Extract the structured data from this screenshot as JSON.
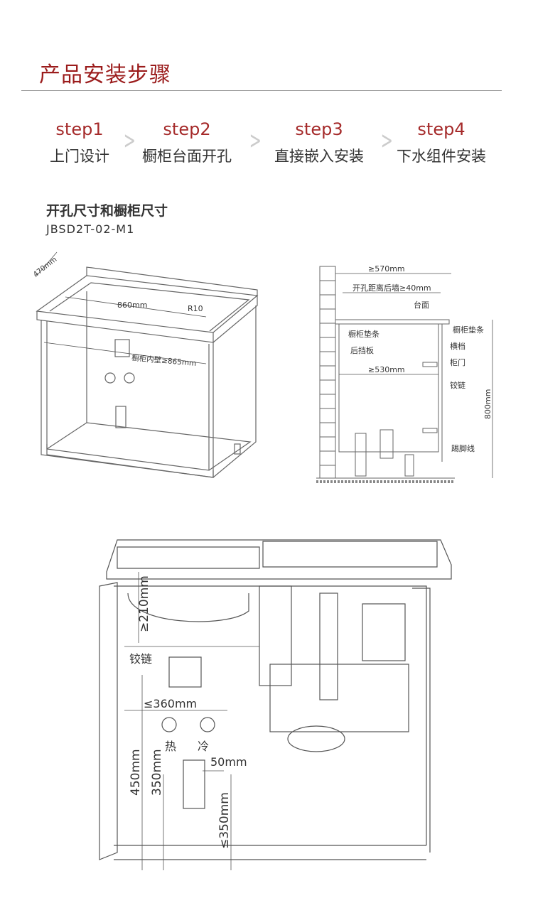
{
  "header": {
    "title": "产品安装步骤"
  },
  "steps": [
    {
      "num": "step1",
      "label": "上门设计"
    },
    {
      "num": "step2",
      "label": "橱柜台面开孔"
    },
    {
      "num": "step3",
      "label": "直接嵌入安装"
    },
    {
      "num": "step4",
      "label": "下水组件安装"
    }
  ],
  "section": {
    "title": "开孔尺寸和橱柜尺寸",
    "model": "JBSD2T-02-M1"
  },
  "diagram_perspective": {
    "depth": "470mm",
    "width": "860mm",
    "radius": "R10",
    "inner": "橱柜内壁≥865mm"
  },
  "diagram_side": {
    "depth": "≥570mm",
    "hole_to_wall": "开孔距离后墙≥40mm",
    "countertop": "台面",
    "pad_left": "橱柜垫条",
    "back_panel": "后挡板",
    "inner_depth": "≥530mm",
    "pad_right": "橱柜垫条",
    "crossbar": "横档",
    "door": "柜门",
    "hinge": "铰链",
    "height": "800mm",
    "kickboard": "踢脚线"
  },
  "diagram_front": {
    "top_gap": "≥210mm",
    "hinge": "铰链",
    "width": "≤360mm",
    "hot": "热",
    "cold": "冷",
    "pipe": "50mm",
    "h450": "450mm",
    "h350": "350mm",
    "drain": "≤350mm"
  }
}
